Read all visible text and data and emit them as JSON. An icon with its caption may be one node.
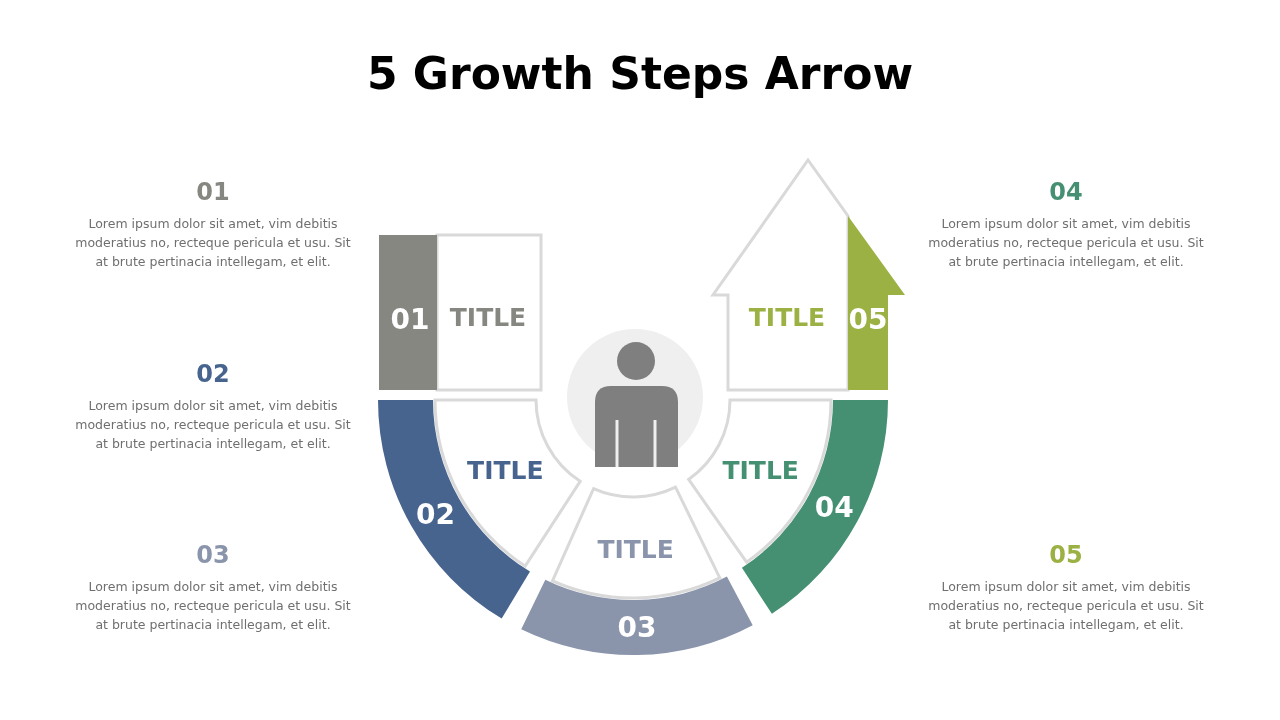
{
  "diagram": {
    "title": "5 Growth Steps Arrow",
    "nodes": [
      {
        "text": [
          "01"
        ]
      },
      {
        "text": [
          "TITLE"
        ]
      },
      {
        "text": [
          "02"
        ]
      },
      {
        "text": [
          "TITLE"
        ]
      },
      {
        "text": [
          "03"
        ]
      },
      {
        "text": [
          "TITLE"
        ]
      },
      {
        "text": [
          "04"
        ]
      },
      {
        "text": [
          "TITLE"
        ]
      },
      {
        "text": [
          "05"
        ]
      },
      {
        "text": [
          "TITLE"
        ]
      },
      {
        "text": [],
        "shape": "person"
      }
    ],
    "edges": [],
    "labels": [
      "01",
      "Lorem ipsum dolor sit amet, vim debitis moderatius no, recteque pericula et usu. Sit at brute pertinacia intellegam, et elit.",
      "04",
      "Lorem ipsum dolor sit amet, vim debitis moderatius no, recteque pericula et usu. Sit at brute pertinacia intellegam, et elit.",
      "02",
      "Lorem ipsum dolor sit amet, vim debitis moderatius no, recteque pericula et usu. Sit at brute pertinacia intellegam, et elit.",
      "03",
      "Lorem ipsum dolor sit amet, vim debitis moderatius no, recteque pericula et usu. Sit at brute pertinacia intellegam, et elit.",
      "05",
      "Lorem ipsum dolor sit amet, vim debitis moderatius no, recteque pericula et usu. Sit at brute pertinacia intellegam, et elit."
    ]
  }
}
